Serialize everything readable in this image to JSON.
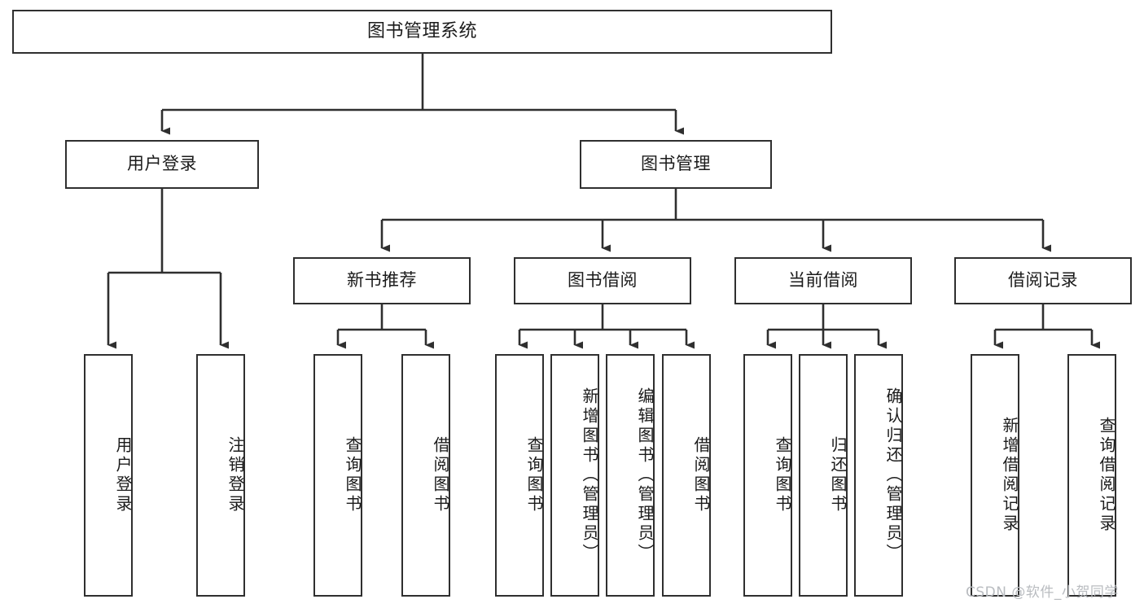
{
  "diagram": {
    "title": "图书管理系统",
    "type": "tree",
    "watermark": "CSDN @软件_小贺同学",
    "line_color": "#2f2f2f",
    "box_fill": "#ffffff",
    "text_color": "#1b1b1b",
    "background": "#ffffff"
  },
  "nodes": {
    "root": {
      "label": "图书管理系统",
      "level": 0
    },
    "l1": [
      {
        "id": "user-login",
        "label": "用户登录",
        "level": 1
      },
      {
        "id": "book-manage",
        "label": "图书管理",
        "level": 1
      }
    ],
    "l2": [
      {
        "id": "new-book-rec",
        "label": "新书推荐",
        "level": 2,
        "parent": "book-manage"
      },
      {
        "id": "book-borrow",
        "label": "图书借阅",
        "level": 2,
        "parent": "book-manage"
      },
      {
        "id": "current-borrow",
        "label": "当前借阅",
        "level": 2,
        "parent": "book-manage"
      },
      {
        "id": "borrow-record",
        "label": "借阅记录",
        "level": 2,
        "parent": "book-manage"
      }
    ],
    "leaves": [
      {
        "id": "leaf-user-login",
        "label": "用户登录",
        "parent": "user-login"
      },
      {
        "id": "leaf-user-logout",
        "label": "注销登录",
        "parent": "user-login"
      },
      {
        "id": "leaf-rec-query-book",
        "label": "查询图书",
        "parent": "new-book-rec"
      },
      {
        "id": "leaf-rec-borrow-book",
        "label": "借阅图书",
        "parent": "new-book-rec"
      },
      {
        "id": "leaf-borrow-query-book",
        "label": "查询图书",
        "parent": "book-borrow"
      },
      {
        "id": "leaf-borrow-add-book",
        "label": "新增图书（管理员）",
        "parent": "book-borrow"
      },
      {
        "id": "leaf-borrow-edit-book",
        "label": "编辑图书（管理员）",
        "parent": "book-borrow"
      },
      {
        "id": "leaf-borrow-borrow-book",
        "label": "借阅图书",
        "parent": "book-borrow"
      },
      {
        "id": "leaf-cur-query-book",
        "label": "查询图书",
        "parent": "current-borrow"
      },
      {
        "id": "leaf-cur-return-book",
        "label": "归还图书",
        "parent": "current-borrow"
      },
      {
        "id": "leaf-cur-confirm-return",
        "label": "确认归还（管理员）",
        "parent": "current-borrow"
      },
      {
        "id": "leaf-rec-add-record",
        "label": "新增借阅记录",
        "parent": "borrow-record"
      },
      {
        "id": "leaf-rec-query-record",
        "label": "查询借阅记录",
        "parent": "borrow-record"
      }
    ]
  }
}
